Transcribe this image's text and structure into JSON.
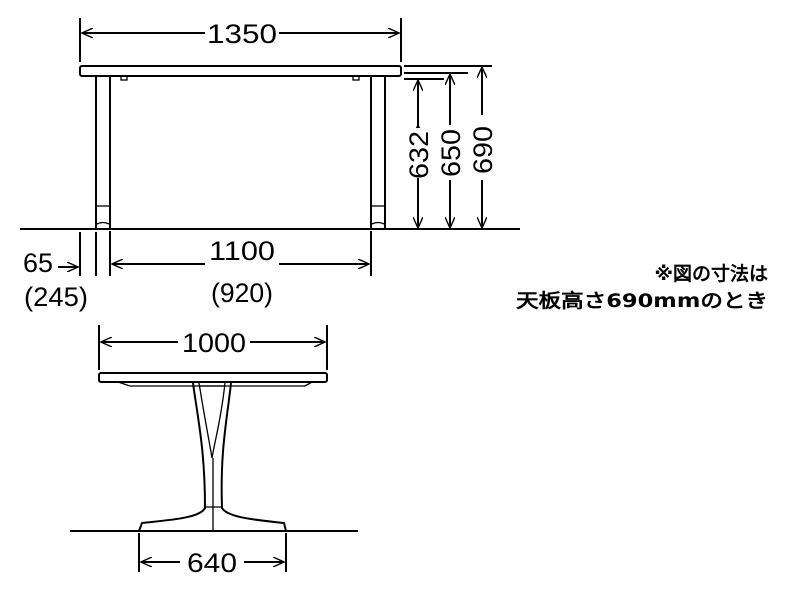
{
  "side_view": {
    "width_label": "1350",
    "height_labels": [
      "632",
      "650",
      "690"
    ],
    "leg_span_label": "1100",
    "leg_span_alt_label": "(920)",
    "leg_offset_label": "65",
    "leg_offset_alt_label": "(245)"
  },
  "end_view": {
    "depth_label": "1000",
    "base_label": "640"
  },
  "note": {
    "line1": "※図の寸法は",
    "line2": "天板高さ690mmのとき"
  }
}
